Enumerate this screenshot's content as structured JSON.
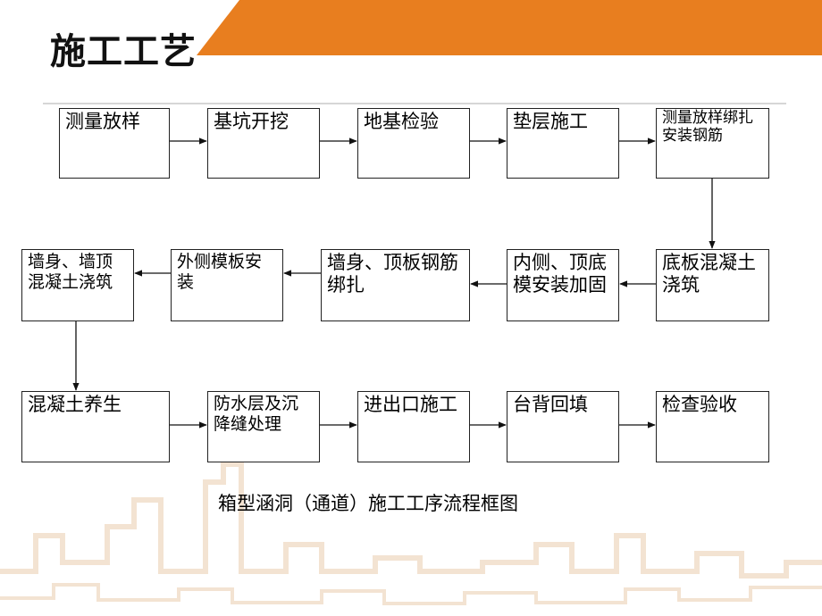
{
  "slide": {
    "title": "施工工艺"
  },
  "flowchart": {
    "row1": [
      {
        "text": "测量放样"
      },
      {
        "text": "基坑开挖"
      },
      {
        "text": "地基检验"
      },
      {
        "text": "垫层施工"
      },
      {
        "text": "测量放样绑扎安装钢筋"
      }
    ],
    "row2": [
      {
        "text": "墙身、墙顶混凝土浇筑"
      },
      {
        "text": "外侧模板安装"
      },
      {
        "text": "墙身、顶板钢筋绑扎"
      },
      {
        "text": "内侧、顶底模安装加固"
      },
      {
        "text": "底板混凝土浇筑"
      }
    ],
    "row3": [
      {
        "text": "混凝土养生"
      },
      {
        "text": "防水层及沉降缝处理"
      },
      {
        "text": "进出口施工"
      },
      {
        "text": "台背回填"
      },
      {
        "text": "检查验收"
      }
    ]
  },
  "caption": "箱型涵洞（通道）施工工序流程框图",
  "colors": {
    "accent": "#E87E1F",
    "skyline": "#F3E3D2",
    "rule": "#C8C8C8"
  }
}
